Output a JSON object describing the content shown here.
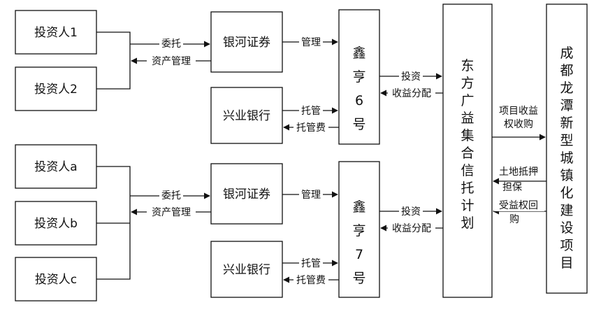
{
  "investors_top": [
    "投资人1",
    "投资人2"
  ],
  "investors_bottom": [
    "投资人a",
    "投资人b",
    "投资人c"
  ],
  "securities": "银河证券",
  "bank": "兴业银行",
  "trust_6": "鑫亨6号",
  "trust_7": "鑫亨7号",
  "collective_plan": "东方广益集合信托计划",
  "project": "成都龙潭新型城镇化建设项目",
  "labels": {
    "entrust": "委托",
    "asset_mgmt": "资产管理",
    "manage": "管理",
    "custody": "托管",
    "custody_fee": "托管费",
    "invest": "投资",
    "profit_dist": "收益分配",
    "income_right_acq_1": "项目收益",
    "income_right_acq_2": "权收购",
    "land_mortgage_1": "土地抵押",
    "land_mortgage_2": "担保",
    "buyback_1": "受益权回",
    "buyback_2": "购"
  }
}
